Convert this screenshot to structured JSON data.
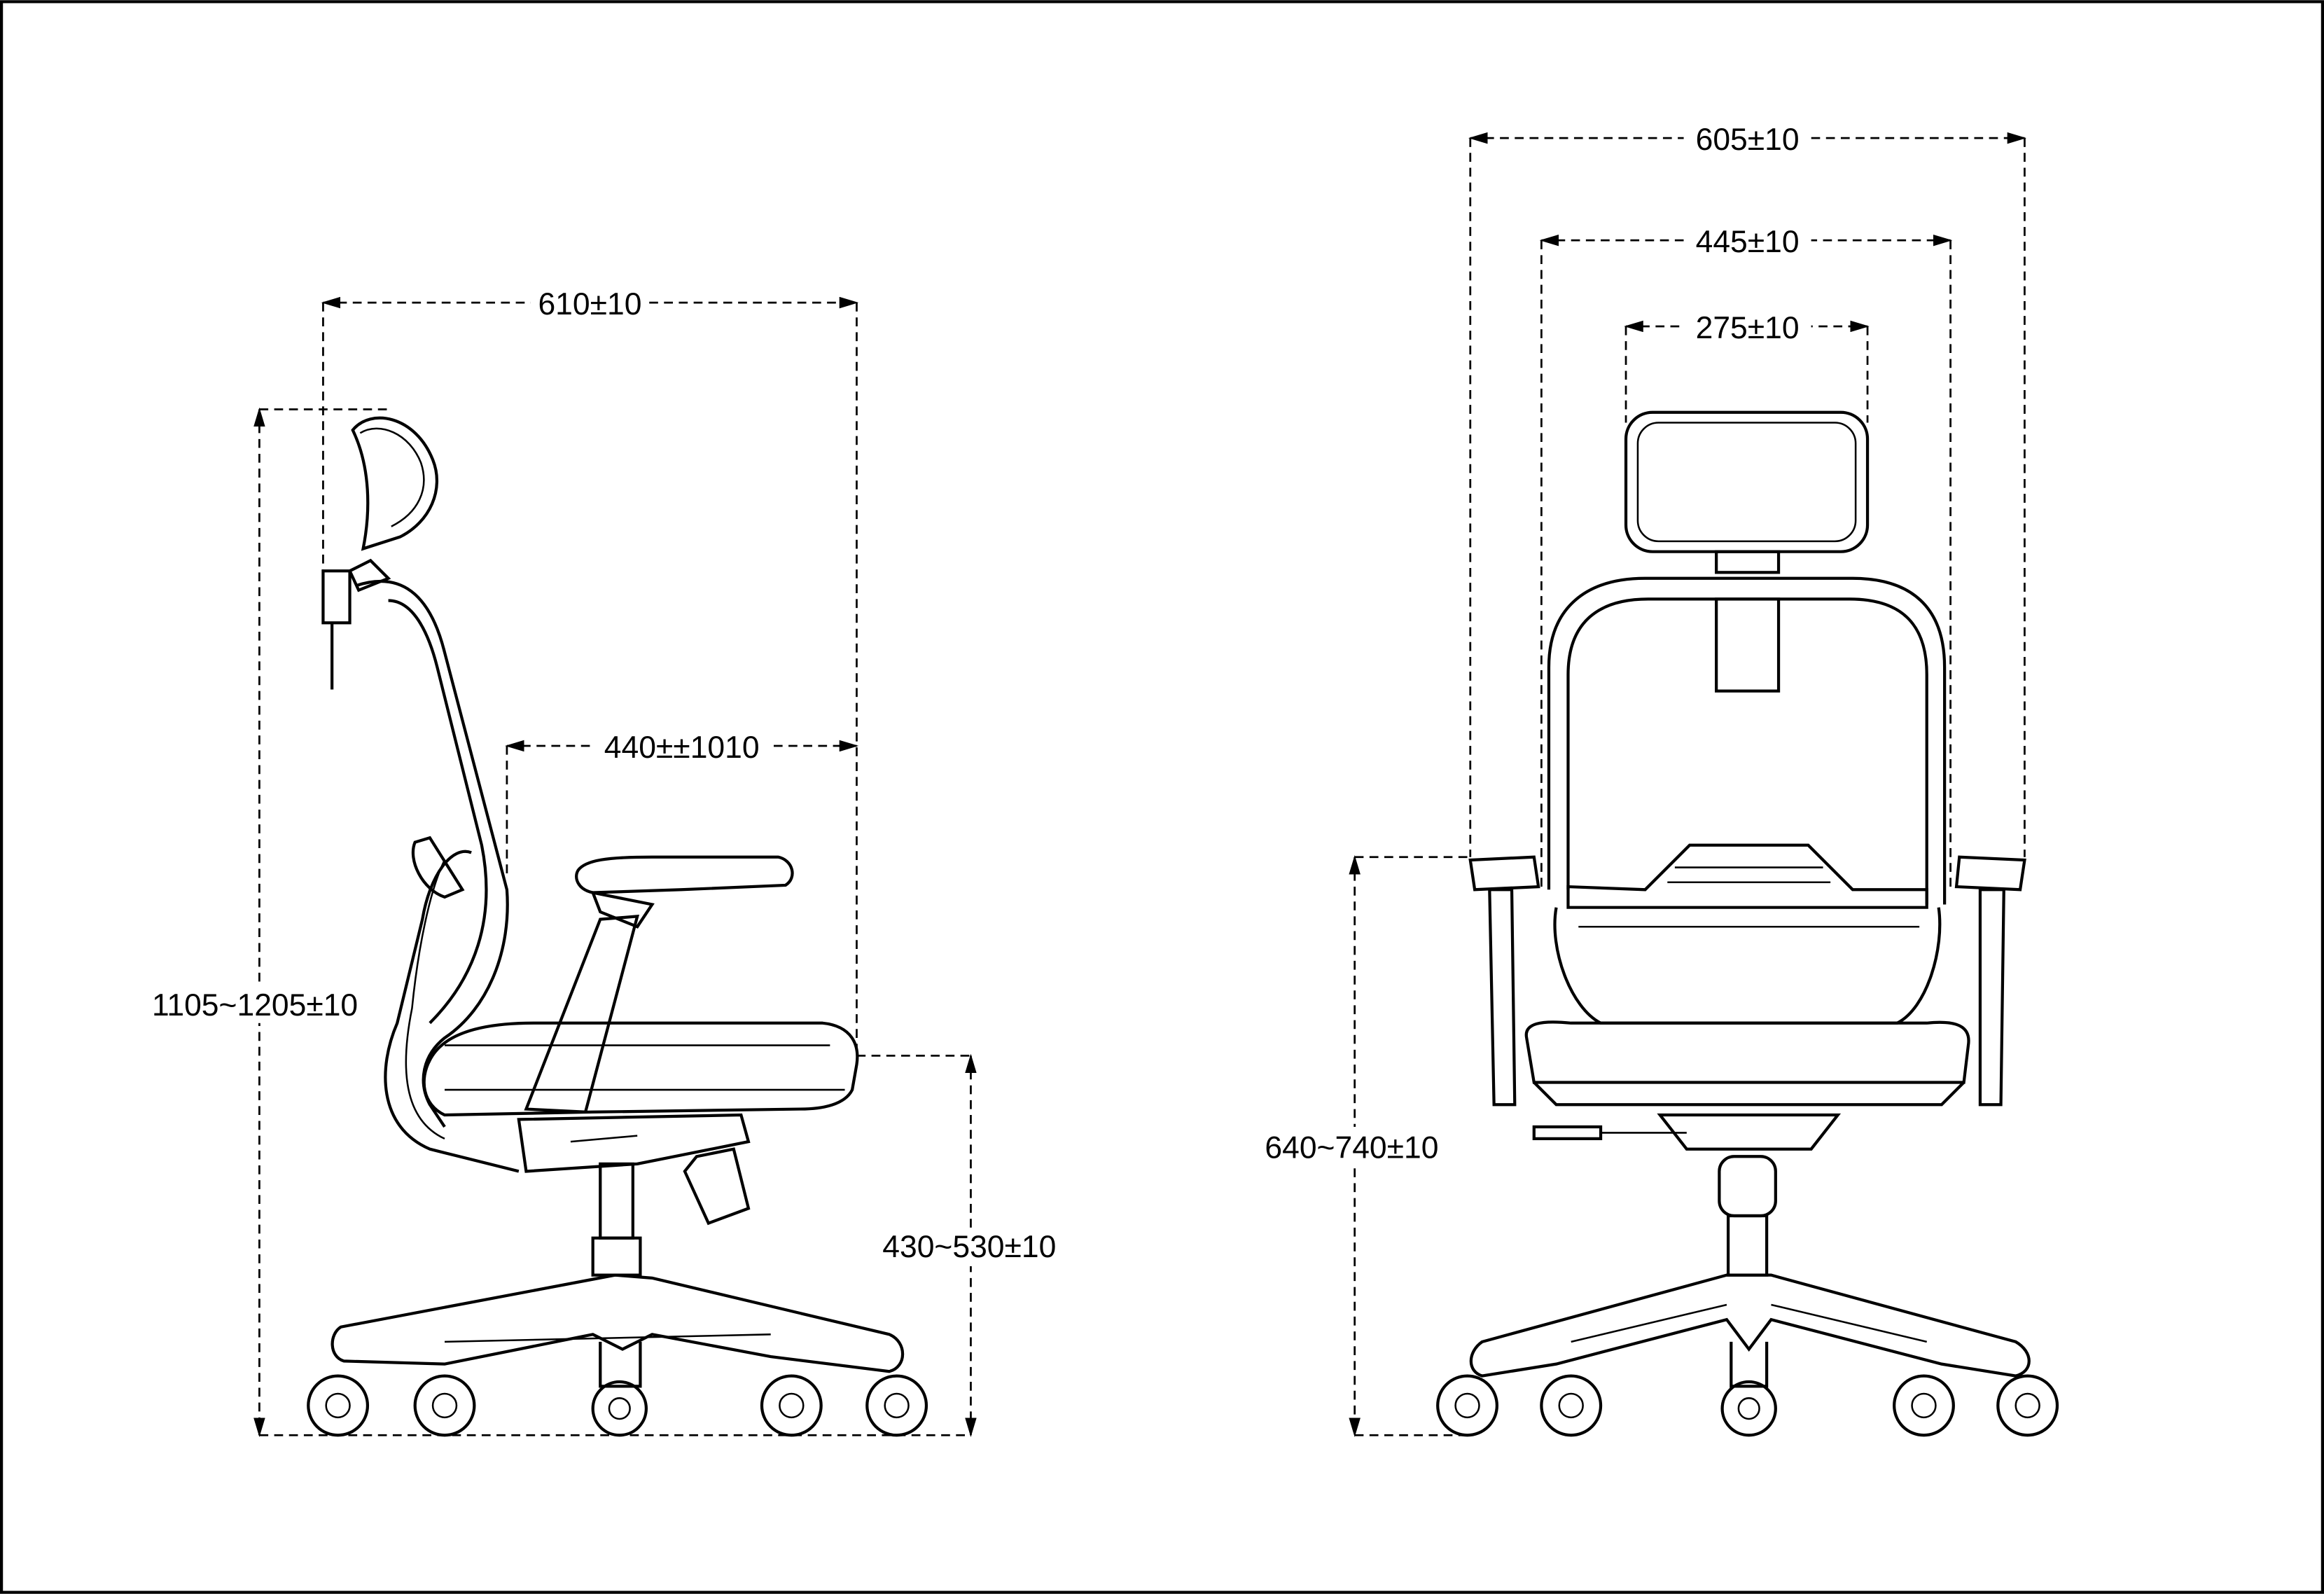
{
  "side_view": {
    "overall_depth": "610±10",
    "overall_height": "1105~1205±10",
    "seat_depth": "440±±1010",
    "seat_height": "430~530±10"
  },
  "front_view": {
    "overall_width": "605±10",
    "back_width": "445±10",
    "headrest_width": "275±10",
    "armrest_height": "640~740±10"
  }
}
